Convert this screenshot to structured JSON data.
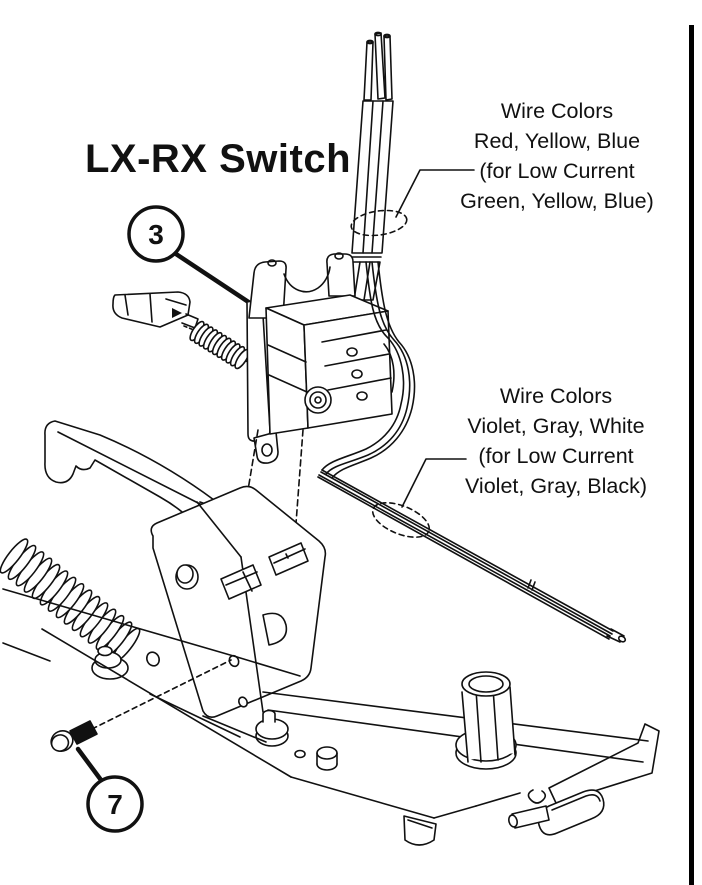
{
  "title": "LX-RX Switch",
  "callouts": [
    {
      "number": "3"
    },
    {
      "number": "7"
    }
  ],
  "notes": {
    "top": {
      "lines": [
        "Wire Colors",
        "Red, Yellow, Blue",
        "(for Low Current",
        "Green, Yellow, Blue)"
      ]
    },
    "bottom": {
      "lines": [
        "Wire Colors",
        "Violet, Gray, White",
        "(for Low Current",
        "Violet, Gray, Black)"
      ]
    }
  },
  "colors": {
    "line_art": "#111111",
    "background": "#ffffff",
    "page_border": "#000000"
  }
}
